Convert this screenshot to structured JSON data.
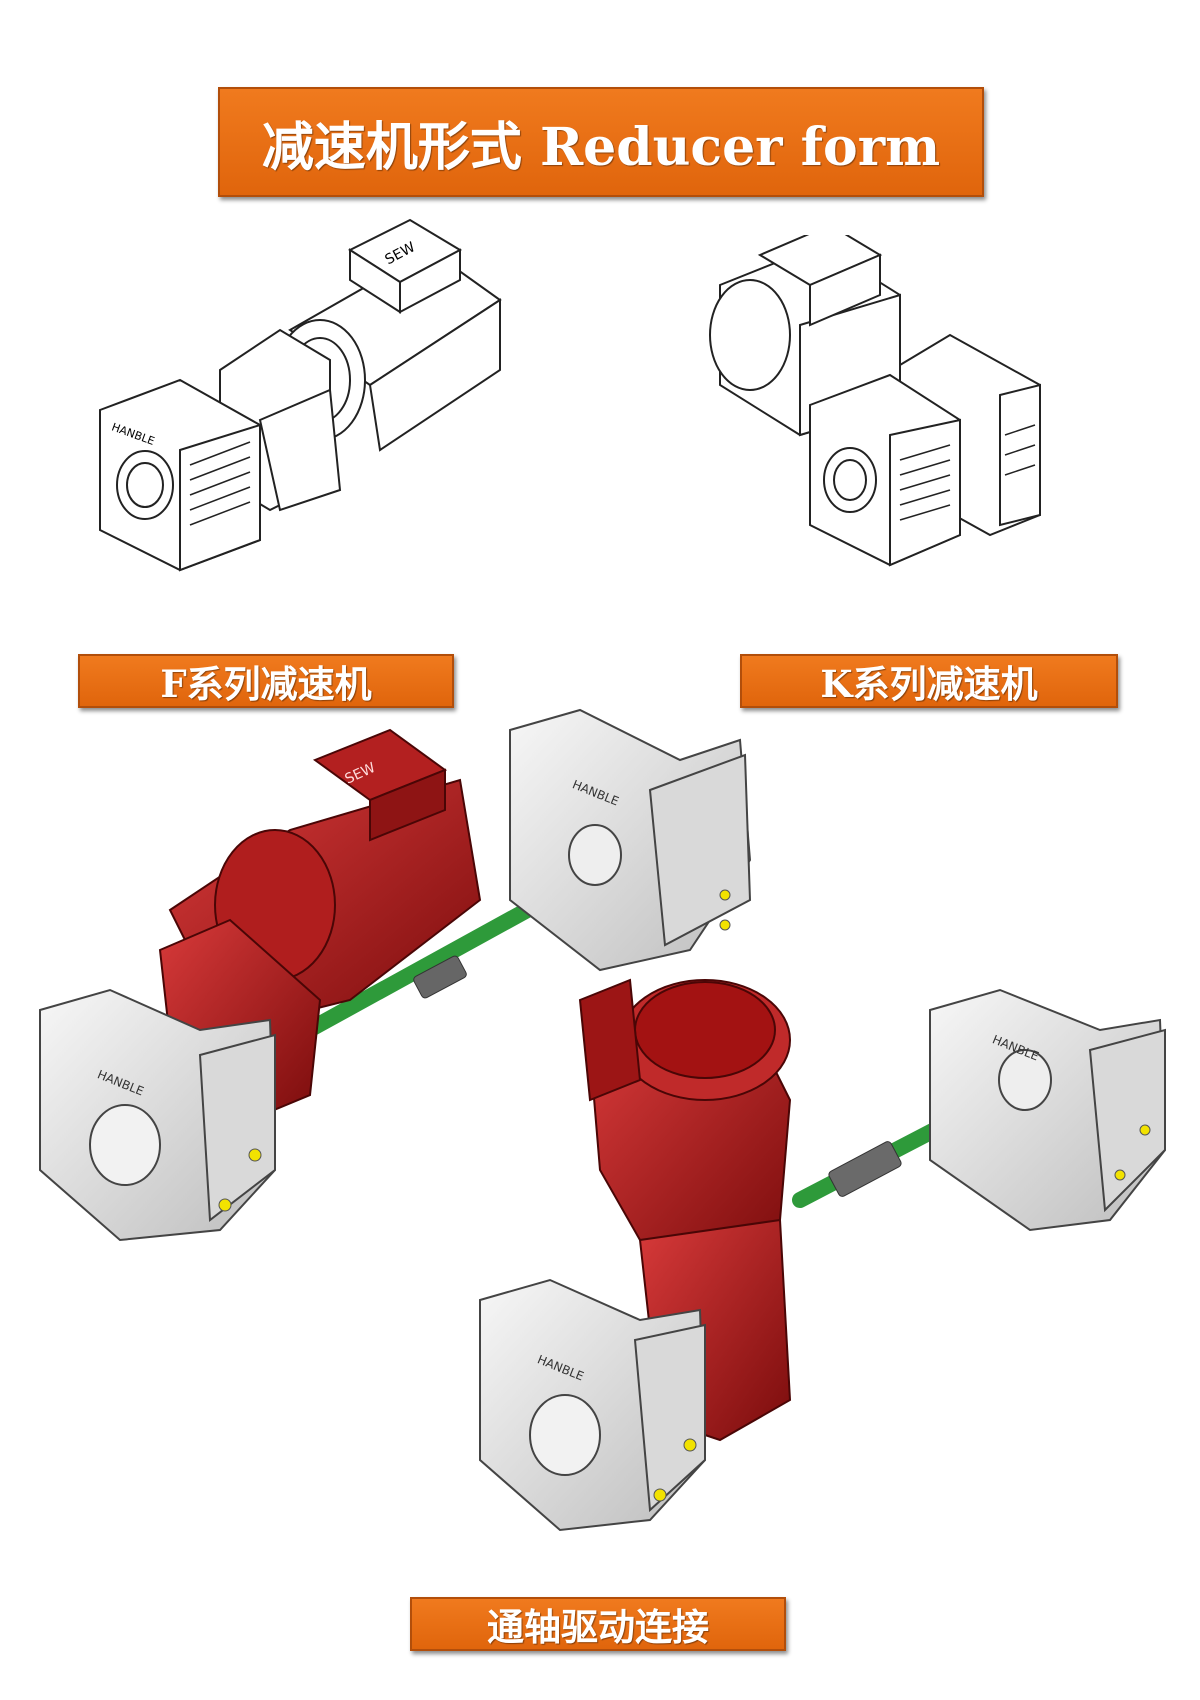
{
  "title": "减速机形式 Reducer form",
  "f_series_label": "F系列减速机",
  "k_series_label": "K系列减速机",
  "drive_label": "通轴驱动连接",
  "motor_label": "SEW",
  "gearbox_label": "HANBLE",
  "colors": {
    "banner": "#ee7418",
    "motor_red": "#a31212",
    "shaft_green": "#2e9a3a",
    "housing_grey": "#e8e8e8"
  }
}
